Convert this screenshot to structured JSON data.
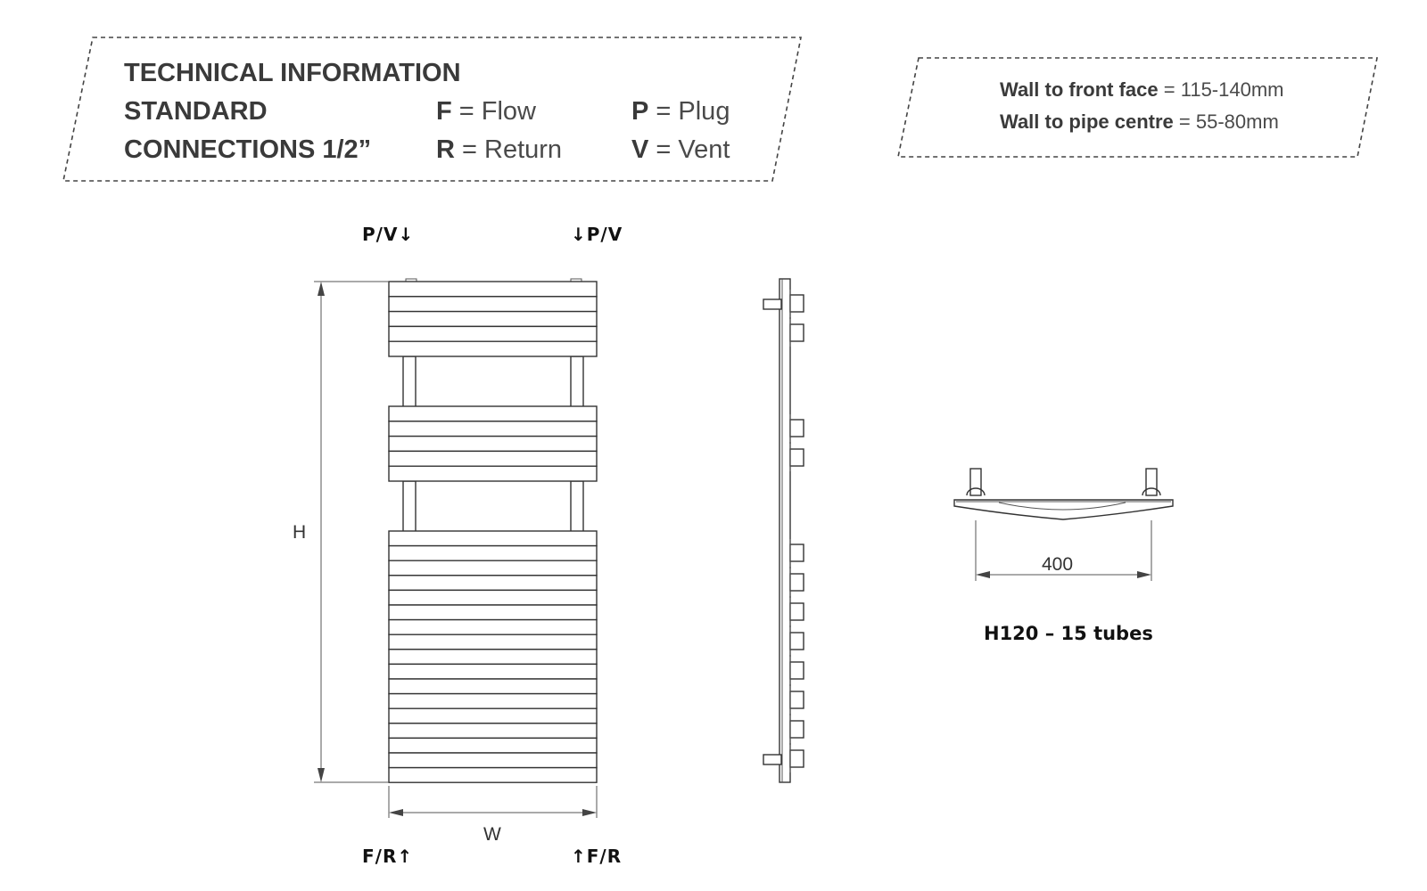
{
  "tech_box": {
    "title": "TECHNICAL INFORMATION",
    "standard": "STANDARD",
    "connections": "CONNECTIONS 1/2”",
    "legend": [
      {
        "key": "F",
        "text": "= Flow"
      },
      {
        "key": "R",
        "text": "= Return"
      },
      {
        "key": "P",
        "text": "= Plug"
      },
      {
        "key": "V",
        "text": "= Vent"
      }
    ]
  },
  "wall_box": {
    "lines": [
      {
        "label": "Wall to front face",
        "value": "= 115-140mm"
      },
      {
        "label": "Wall to pipe centre",
        "value": "= 55-80mm"
      }
    ]
  },
  "front_view": {
    "top_left": "P/V↓",
    "top_right": "↓P/V",
    "bottom_left": "F/R↑",
    "bottom_right": "↑F/R",
    "height_label": "H",
    "width_label": "W"
  },
  "top_view": {
    "dimension": "400",
    "caption": "H120 – 15 tubes"
  }
}
